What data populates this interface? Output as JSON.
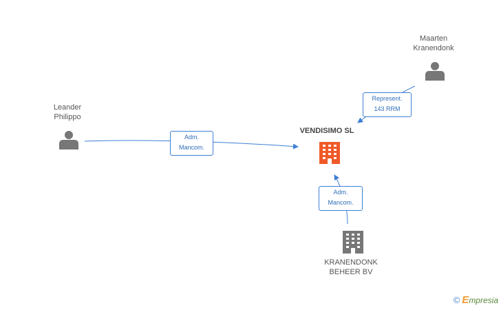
{
  "nodes": {
    "leander": {
      "name": "Leander\nPhilippo",
      "icon": "person-icon"
    },
    "maarten": {
      "name": "Maarten\nKranendonk",
      "icon": "person-icon"
    },
    "vendisimo": {
      "name": "VENDISIMO SL",
      "icon": "building-icon",
      "color": "#f05a28"
    },
    "kranendonk_beheer": {
      "name": "KRANENDONK\nBEHEER BV",
      "icon": "building-icon",
      "color": "#777777"
    }
  },
  "edges": {
    "leander_to_vendisimo": {
      "line1": "Adm.",
      "line2": "Mancom."
    },
    "maarten_to_vendisimo": {
      "line1": "Represent.",
      "line2": "143 RRM"
    },
    "beheer_to_vendisimo": {
      "line1": "Adm.",
      "line2": "Mancom."
    }
  },
  "colors": {
    "edge": "#3d7fd4",
    "person": "#777777"
  },
  "watermark": {
    "symbol": "©",
    "brand_first": "E",
    "brand_rest": "mpresia"
  }
}
